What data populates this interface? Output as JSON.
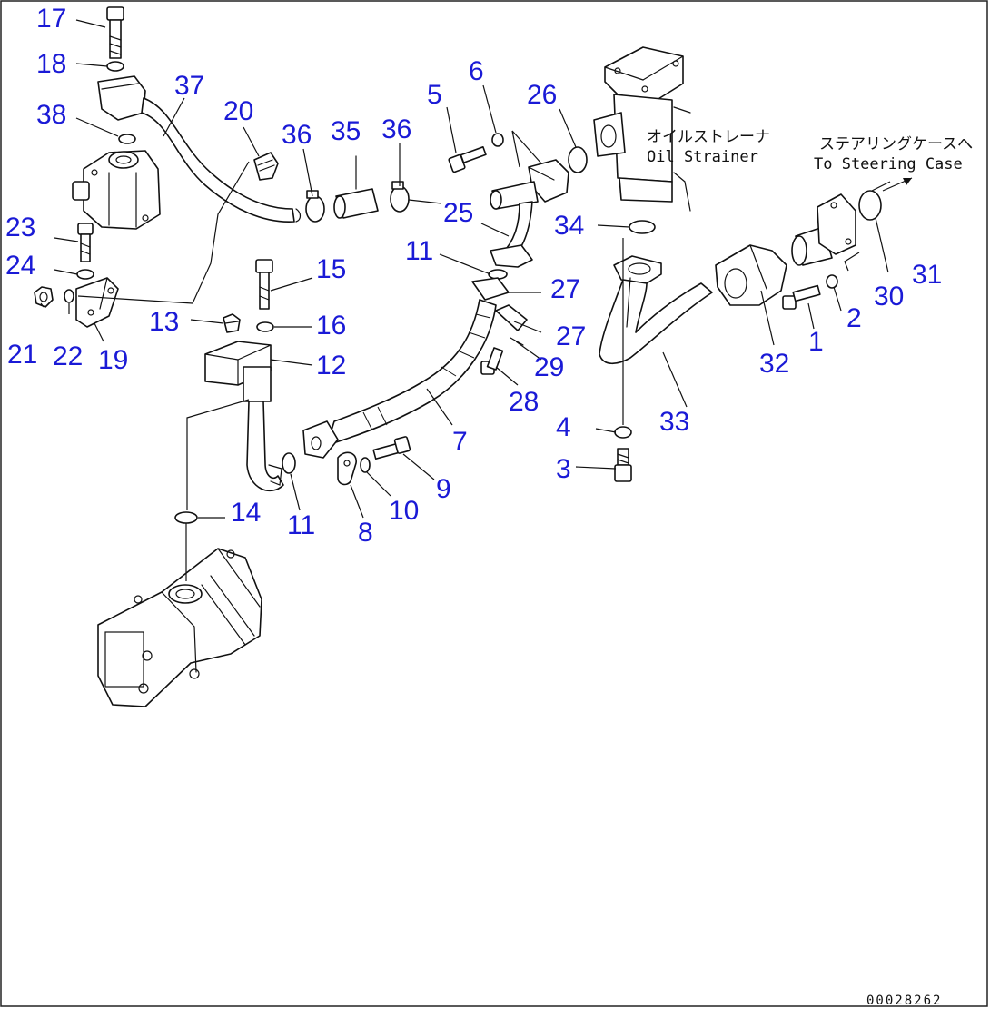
{
  "diagram": {
    "document_number": "00028262",
    "annotations": {
      "strainer_jp": "オイルストレーナ",
      "strainer_en": "Oil Strainer",
      "steering_jp": "ステアリングケースへ",
      "steering_en": "To Steering Case"
    },
    "callouts": [
      {
        "id": "c17",
        "label": "17"
      },
      {
        "id": "c18",
        "label": "18"
      },
      {
        "id": "c37",
        "label": "37"
      },
      {
        "id": "c38",
        "label": "38"
      },
      {
        "id": "c20",
        "label": "20"
      },
      {
        "id": "c36a",
        "label": "36"
      },
      {
        "id": "c35",
        "label": "35"
      },
      {
        "id": "c36b",
        "label": "36"
      },
      {
        "id": "c5",
        "label": "5"
      },
      {
        "id": "c6",
        "label": "6"
      },
      {
        "id": "c26",
        "label": "26"
      },
      {
        "id": "c25",
        "label": "25"
      },
      {
        "id": "c34",
        "label": "34"
      },
      {
        "id": "c23",
        "label": "23"
      },
      {
        "id": "c24",
        "label": "24"
      },
      {
        "id": "c15",
        "label": "15"
      },
      {
        "id": "c11a",
        "label": "11"
      },
      {
        "id": "c27a",
        "label": "27"
      },
      {
        "id": "c30",
        "label": "30"
      },
      {
        "id": "c31",
        "label": "31"
      },
      {
        "id": "c21",
        "label": "21"
      },
      {
        "id": "c22",
        "label": "22"
      },
      {
        "id": "c19",
        "label": "19"
      },
      {
        "id": "c13",
        "label": "13"
      },
      {
        "id": "c16",
        "label": "16"
      },
      {
        "id": "c12",
        "label": "12"
      },
      {
        "id": "c27b",
        "label": "27"
      },
      {
        "id": "c29",
        "label": "29"
      },
      {
        "id": "c2",
        "label": "2"
      },
      {
        "id": "c1",
        "label": "1"
      },
      {
        "id": "c32",
        "label": "32"
      },
      {
        "id": "c28",
        "label": "28"
      },
      {
        "id": "c7",
        "label": "7"
      },
      {
        "id": "c4",
        "label": "4"
      },
      {
        "id": "c33",
        "label": "33"
      },
      {
        "id": "c9",
        "label": "9"
      },
      {
        "id": "c3",
        "label": "3"
      },
      {
        "id": "c14",
        "label": "14"
      },
      {
        "id": "c10",
        "label": "10"
      },
      {
        "id": "c11b",
        "label": "11"
      },
      {
        "id": "c8",
        "label": "8"
      }
    ]
  }
}
